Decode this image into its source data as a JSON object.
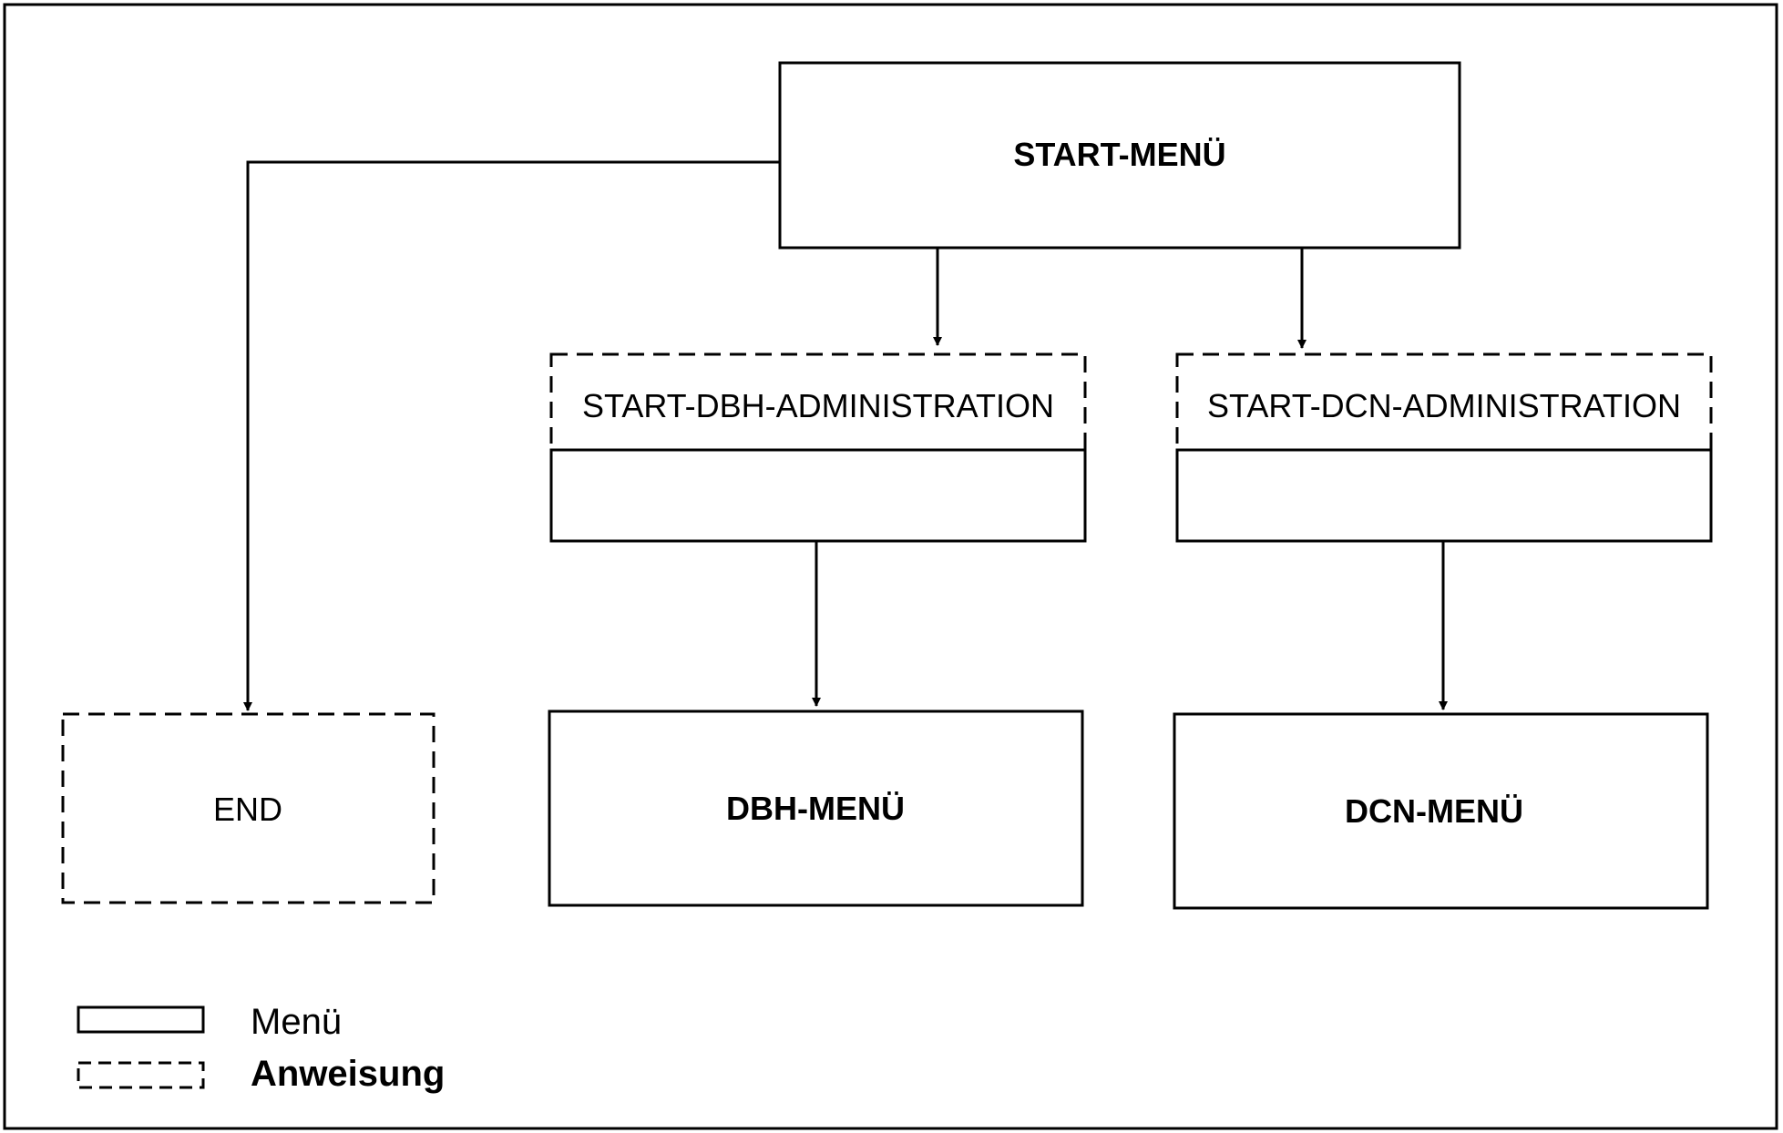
{
  "nodes": {
    "start_menu": {
      "label": "START-MENÜ"
    },
    "start_dbh_administration": {
      "label": "START-DBH-ADMINISTRATION"
    },
    "start_dcn_administration": {
      "label": "START-DCN-ADMINISTRATION"
    },
    "end": {
      "label": "END"
    },
    "dbh_menu": {
      "label": "DBH-MENÜ"
    },
    "dcn_menu": {
      "label": "DCN-MENÜ"
    }
  },
  "legend": {
    "menu_label": "Menü",
    "statement_label": "Anweisung"
  },
  "colors": {
    "line": "#000000",
    "background": "#ffffff"
  }
}
